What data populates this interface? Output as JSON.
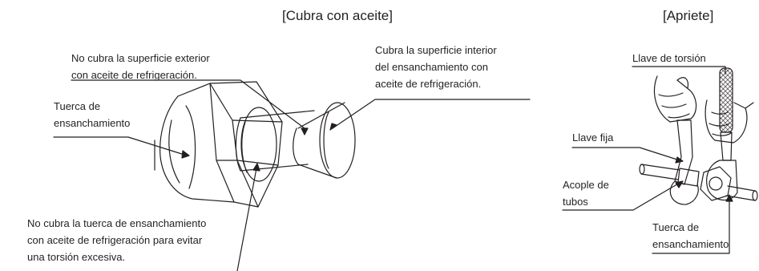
{
  "left_panel": {
    "title": "[Cubra con aceite]",
    "note_outer": [
      "No cubra la superficie exterior",
      "con aceite de refrigeración."
    ],
    "note_inner": [
      "Cubra la superficie interior",
      "del ensanchamiento con",
      "aceite de refrigeración."
    ],
    "flare_nut_label": [
      "Tuerca de",
      "ensanchamiento"
    ],
    "note_nut": [
      "No cubra la tuerca de ensanchamiento",
      "con aceite de refrigeración para evitar",
      "una torsión excesiva."
    ]
  },
  "right_panel": {
    "title": "[Apriete]",
    "torque_wrench": "Llave de torsión",
    "fixed_wrench": "Llave fija",
    "pipe_coupling": [
      "Acople de",
      "tubos"
    ],
    "flare_nut": [
      "Tuerca de",
      "ensanchamiento"
    ]
  }
}
